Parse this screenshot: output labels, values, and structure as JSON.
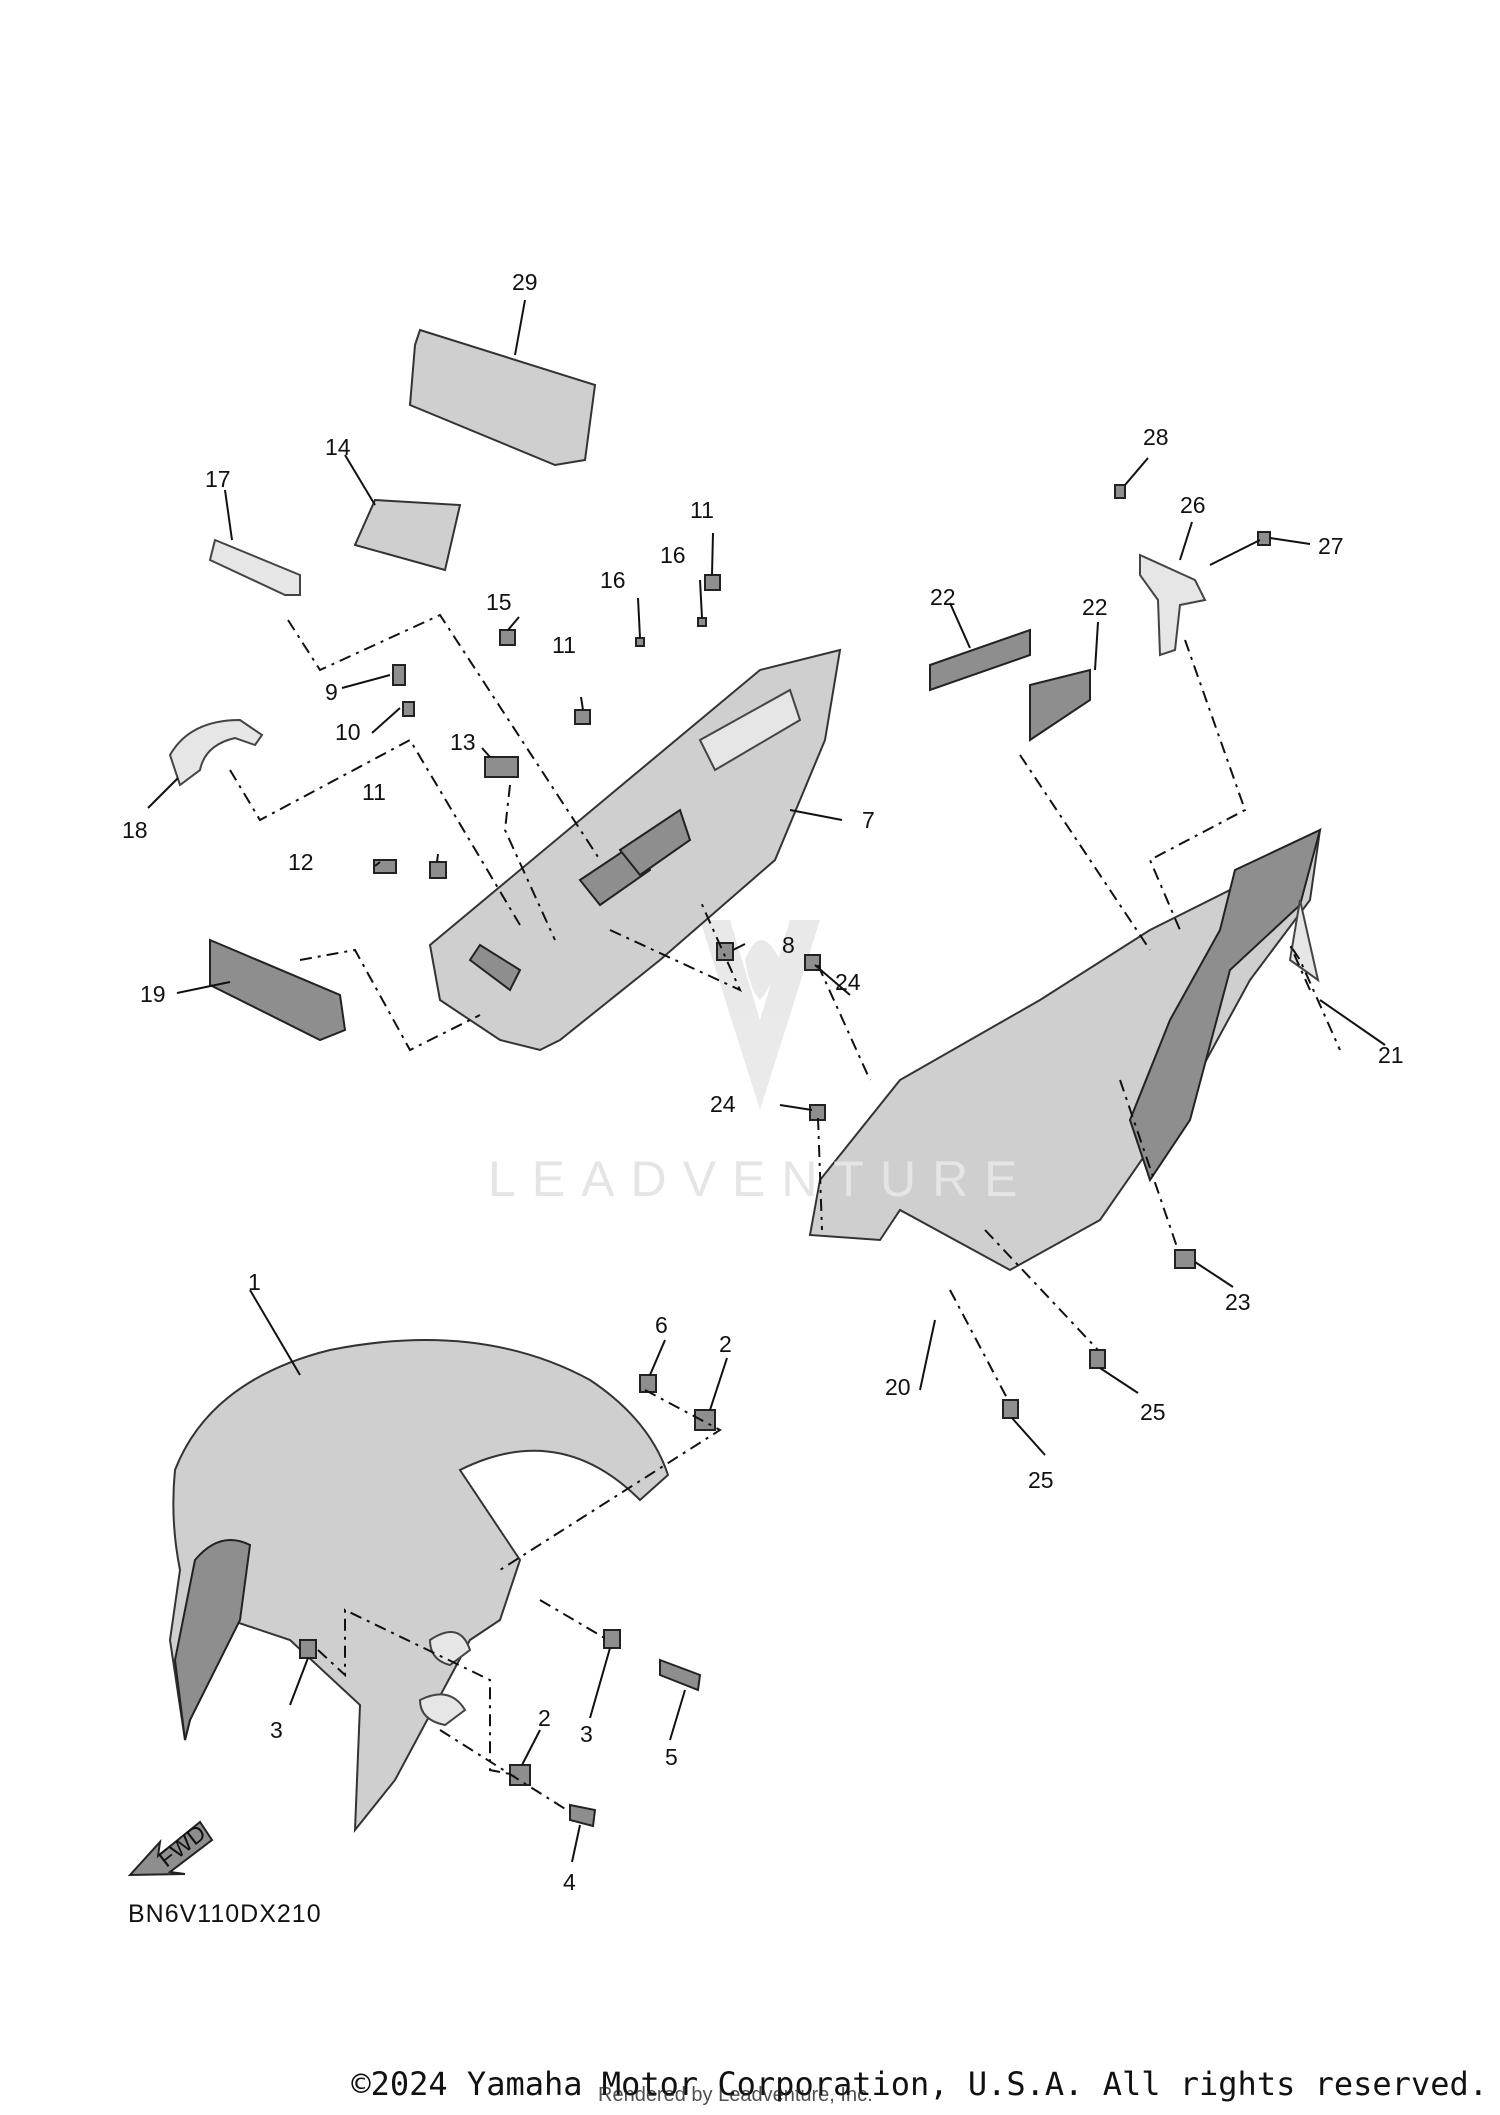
{
  "diagram": {
    "code": "BN6V110DX210",
    "fwd_label": "FWD",
    "copyright": "©2024 Yamaha Motor Corporation, U.S.A. All rights reserved.",
    "rendered_by": "Rendered by Leadventure, Inc.",
    "watermark": "LEADVENTURE"
  },
  "callouts": {
    "c1": "1",
    "c2a": "2",
    "c2b": "2",
    "c3a": "3",
    "c3b": "3",
    "c4": "4",
    "c5": "5",
    "c6": "6",
    "c7": "7",
    "c8": "8",
    "c9": "9",
    "c10": "10",
    "c11a": "11",
    "c11b": "11",
    "c11c": "11",
    "c12": "12",
    "c13": "13",
    "c14": "14",
    "c15": "15",
    "c16a": "16",
    "c16b": "16",
    "c17": "17",
    "c18": "18",
    "c19": "19",
    "c20": "20",
    "c21": "21",
    "c22a": "22",
    "c22b": "22",
    "c23": "23",
    "c24a": "24",
    "c24b": "24",
    "c25a": "25",
    "c25b": "25",
    "c26": "26",
    "c27": "27",
    "c28": "28",
    "c29": "29"
  },
  "colors": {
    "line": "#111111",
    "part_fill": "#cfcfcf",
    "part_dark": "#8e8e8e"
  }
}
